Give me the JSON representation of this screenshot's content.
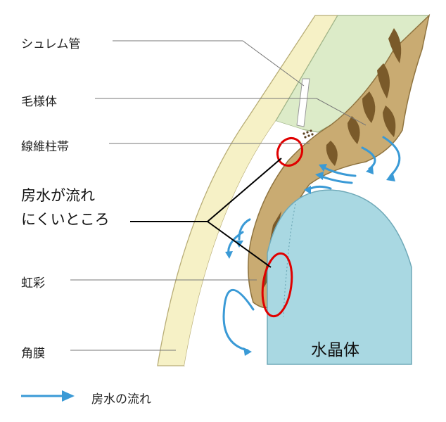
{
  "labels": {
    "schlemm": "シュレム管",
    "ciliary": "毛様体",
    "trabecular": "線維柱帯",
    "iris": "虹彩",
    "cornea": "角膜"
  },
  "highlight": {
    "line1": "房水が流れ",
    "line2": "にくいところ"
  },
  "lens_label": "水晶体",
  "legend": {
    "label": "房水の流れ"
  },
  "colors": {
    "cornea": "#f6f1c6",
    "sclera": "#dcebc8",
    "iris": "#c9ab72",
    "lens": "#a9d8e2",
    "arrow": "#3a9ad6",
    "highlight": "#e00000"
  }
}
